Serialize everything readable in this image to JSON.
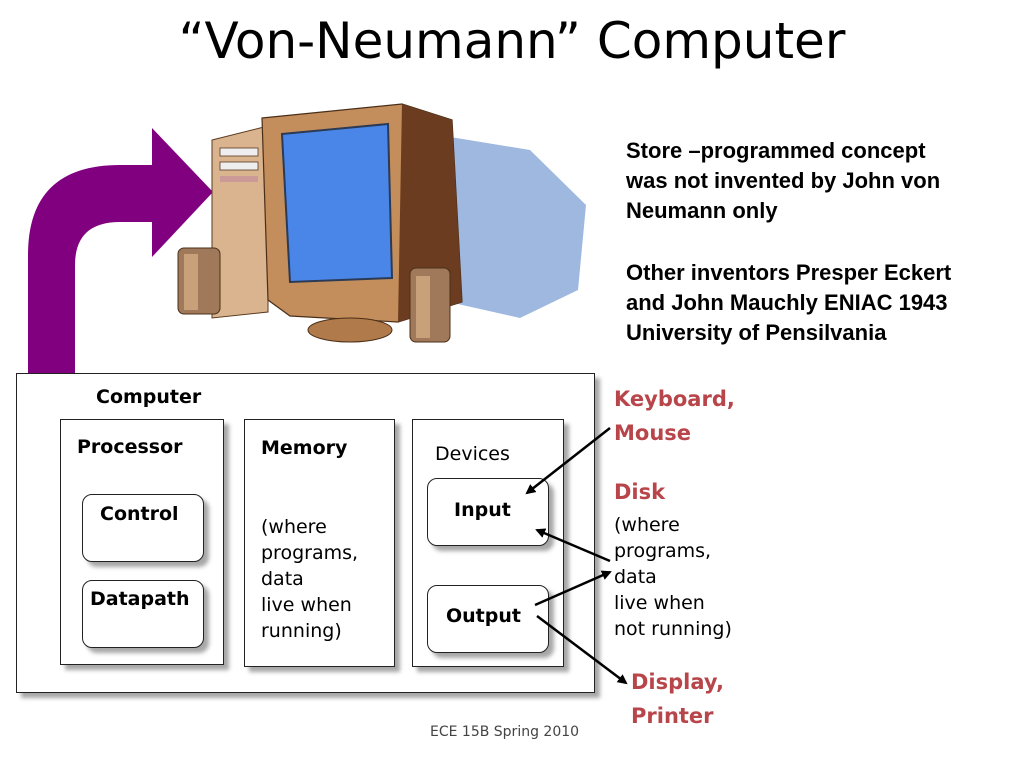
{
  "slide": {
    "title": "“Von-Neumann” Computer",
    "footer": "ECE 15B Spring 2010"
  },
  "notes": {
    "para1": [
      "Store –programmed concept",
      "was not invented by John von",
      "Neumann only"
    ],
    "para2": [
      "Other inventors Presper Eckert",
      "and John Mauchly ENIAC 1943",
      "University of Pensilvania"
    ]
  },
  "diagram": {
    "computer_label": "Computer",
    "processor_label": "Processor",
    "control_label": "Control",
    "datapath_label": "Datapath",
    "memory_label": "Memory",
    "memory_desc": [
      "(where",
      "programs,",
      "data",
      "live when",
      "running)"
    ],
    "devices_label": "Devices",
    "input_label": "Input",
    "output_label": "Output"
  },
  "external": {
    "keyboard": [
      "Keyboard,",
      "Mouse"
    ],
    "disk_title": "Disk",
    "disk_desc": [
      "(where",
      "programs,",
      "data",
      "live when",
      "not running)"
    ],
    "display": [
      "Display,",
      "Printer"
    ]
  },
  "colors": {
    "arrow_purple": "#800080",
    "label_red": "#b8454a",
    "screen_blue": "#4a86e8",
    "shadow_blue": "#9fb8e0"
  }
}
